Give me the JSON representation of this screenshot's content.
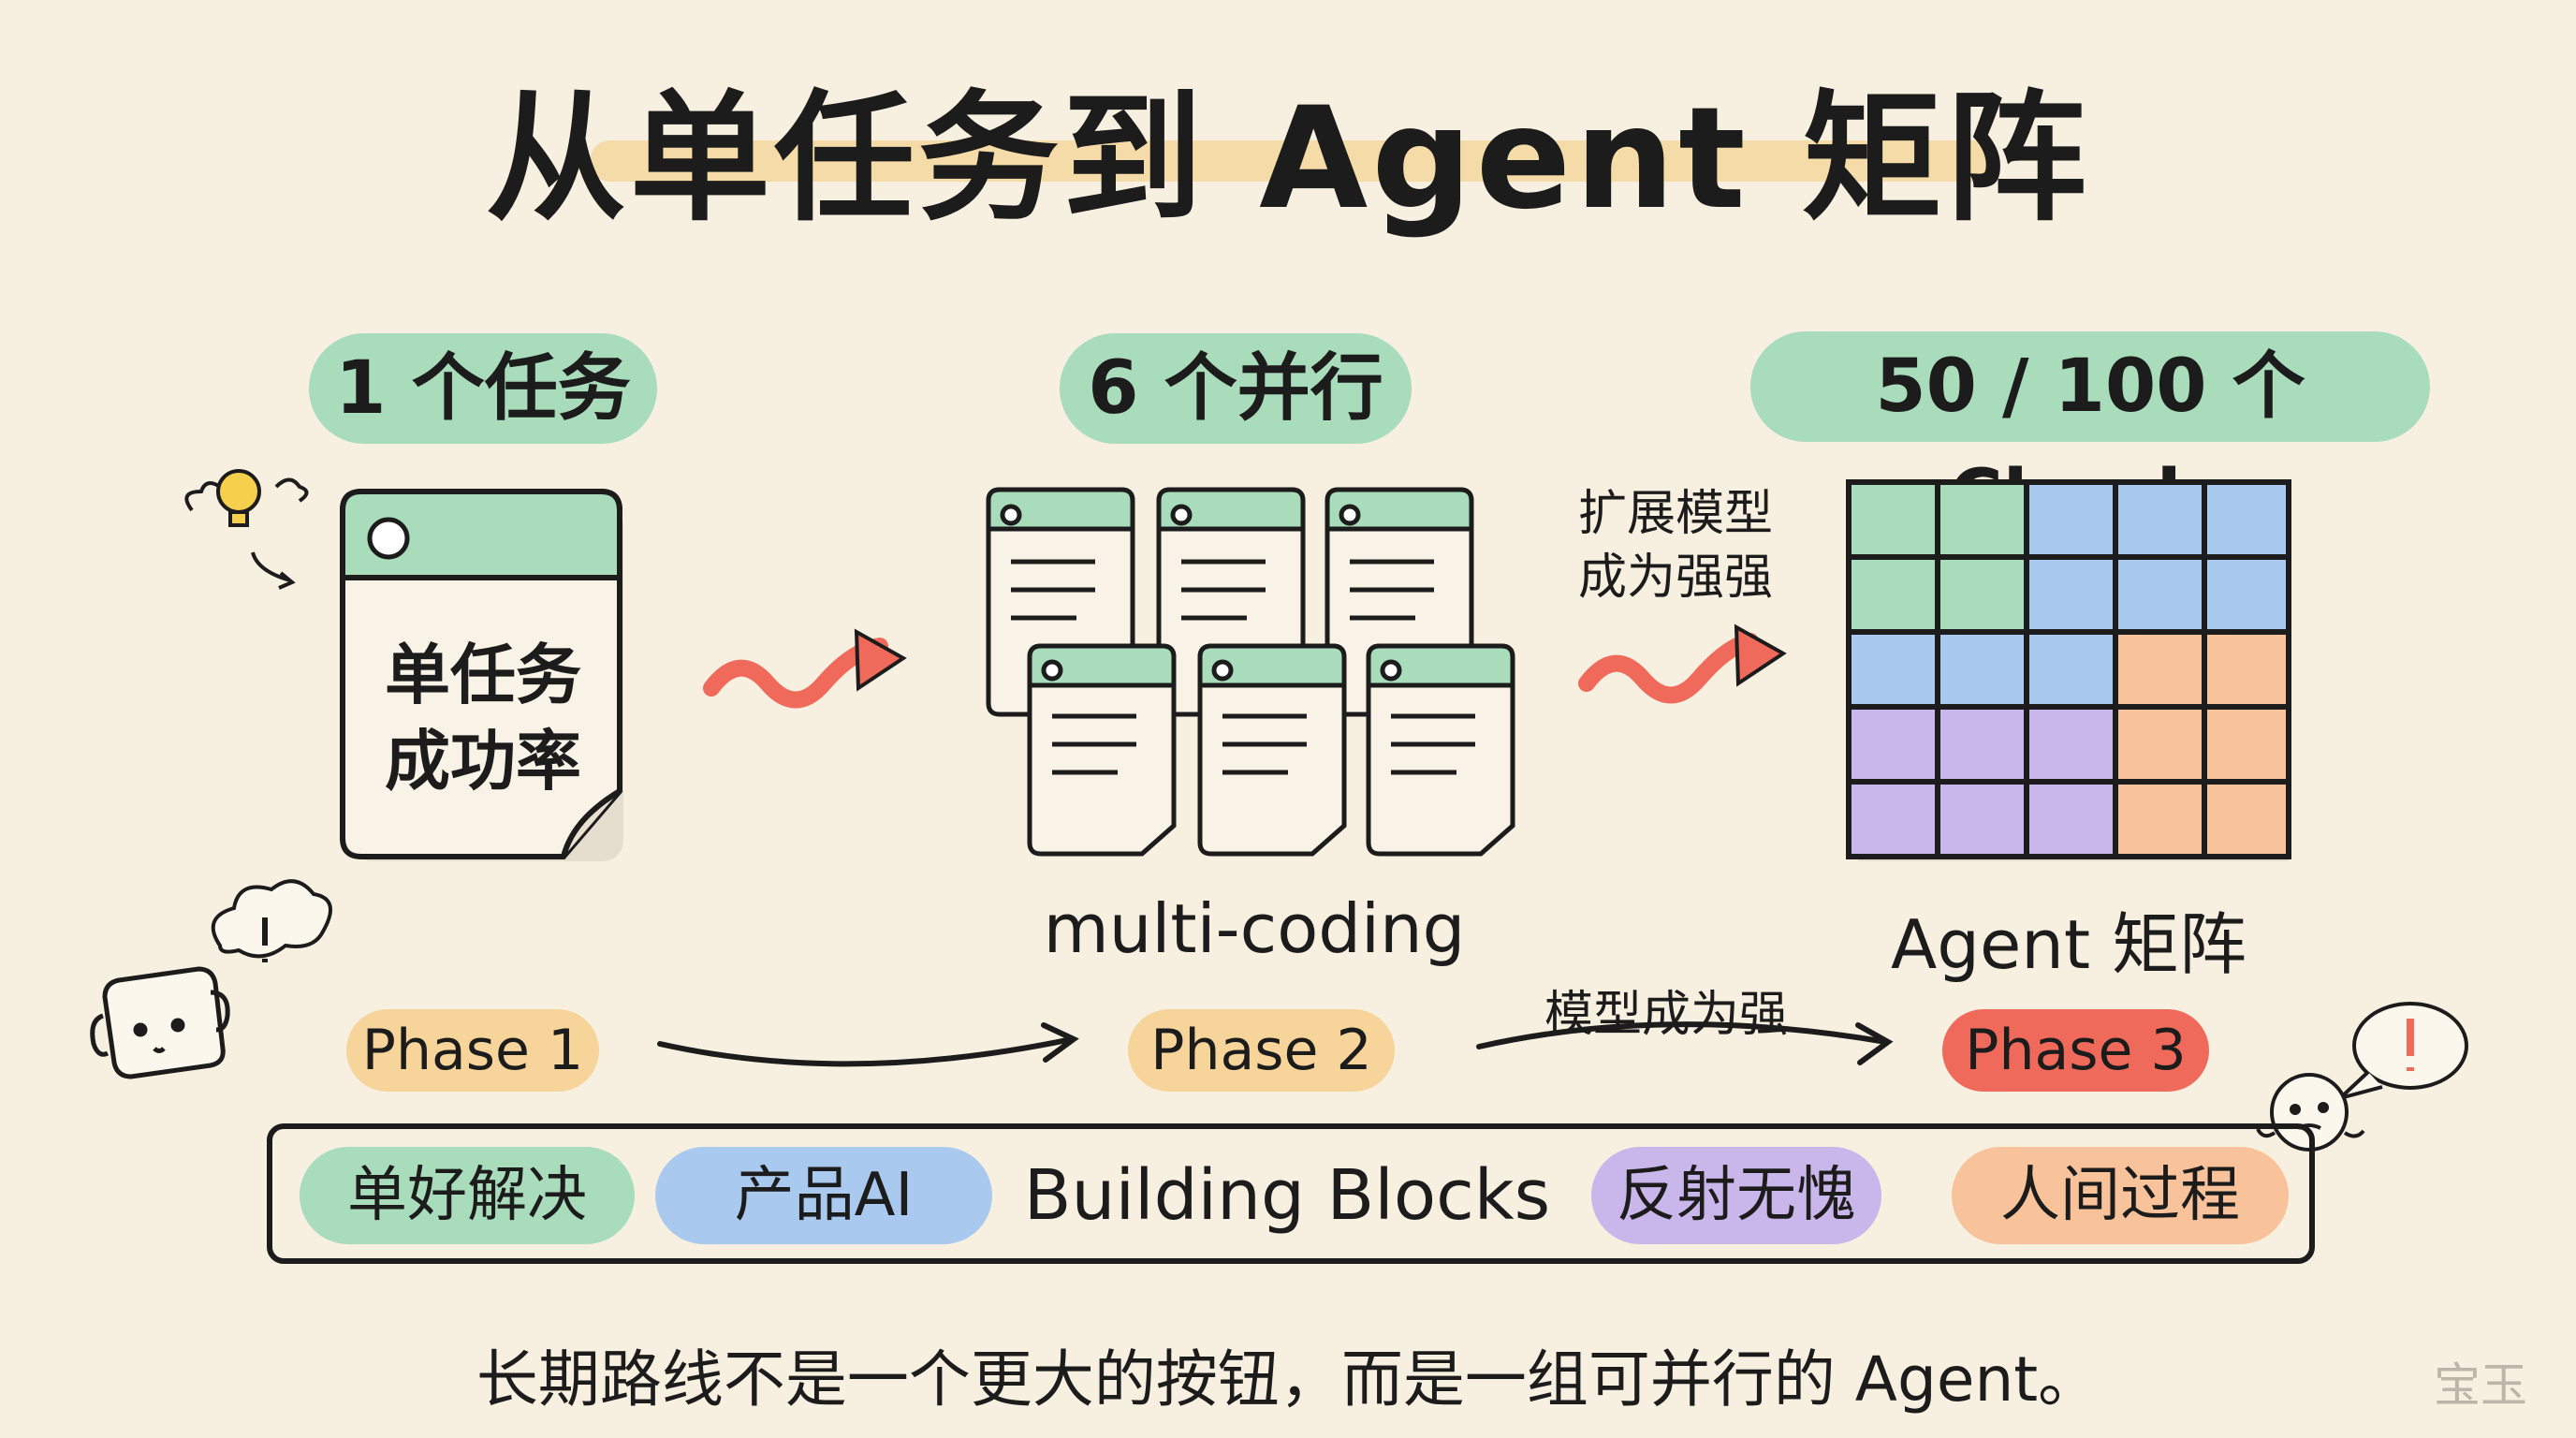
{
  "title": "从单任务到 Agent 矩阵",
  "stages": {
    "single": {
      "header": "1 个任务",
      "card_lines": [
        "单任务",
        "成功率"
      ],
      "phase": "Phase 1"
    },
    "parallel": {
      "header": "6 个并行",
      "caption": "multi-coding",
      "phase": "Phase 2"
    },
    "matrix": {
      "header": "50 / 100 个 Claude",
      "caption": "Agent 矩阵",
      "phase": "Phase 3"
    }
  },
  "arrow_notes": {
    "upper": [
      "扩展模型",
      "成为强强"
    ],
    "lower": "模型成为强"
  },
  "building_blocks": {
    "label": "Building Blocks",
    "chips": [
      "单好解决",
      "产品AI",
      "反射无愧",
      "人间过程"
    ]
  },
  "footer": "长期路线不是一个更大的按钮，而是一组可并行的 Agent。",
  "watermark": "宝玉",
  "colors": {
    "green": "#a8dcbb",
    "blue": "#a9c9ee",
    "orange": "#f8c39a",
    "purple": "#c9b6ea",
    "yellow": "#f6d49a",
    "red": "#ef6a5a",
    "ink": "#1c1c1c"
  },
  "icons": [
    "lightbulb-icon",
    "robot-face-icon",
    "thought-bubble-icon",
    "speech-bubble-icon",
    "worried-face-icon",
    "squiggle-arrow-icon"
  ]
}
